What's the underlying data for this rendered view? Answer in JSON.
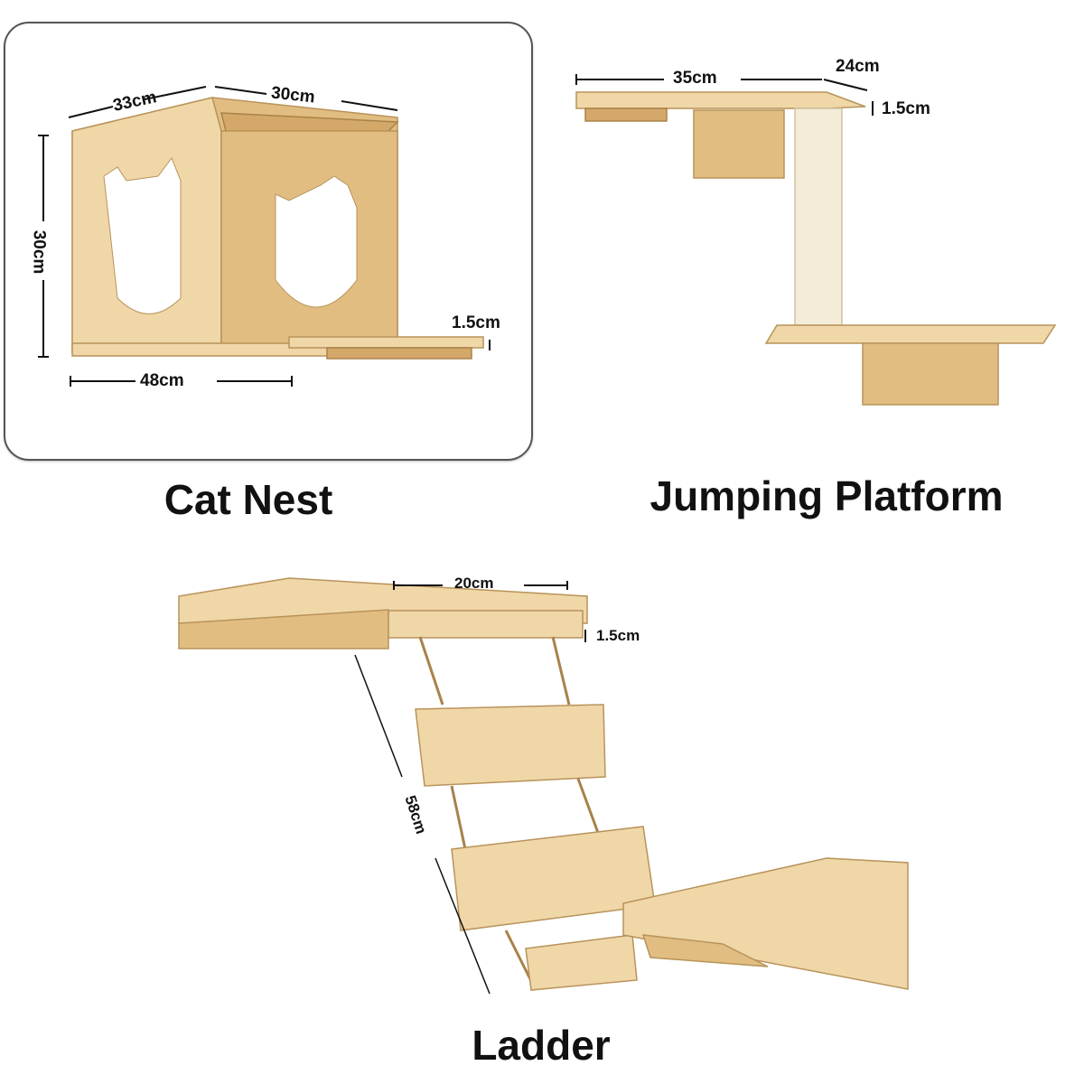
{
  "panels": [
    {
      "id": "cat-nest",
      "caption": "Cat Nest",
      "dimensions": {
        "depth": "33cm",
        "width": "30cm",
        "height": "30cm",
        "total_length": "48cm",
        "thickness": "1.5cm"
      }
    },
    {
      "id": "jumping-platform",
      "caption": "Jumping Platform",
      "dimensions": {
        "length": "35cm",
        "depth": "24cm",
        "thickness": "1.5cm"
      }
    },
    {
      "id": "ladder",
      "caption": "Ladder",
      "dimensions": {
        "width": "20cm",
        "thickness": "1.5cm",
        "length": "58cm"
      }
    }
  ],
  "colors": {
    "wood_light": "#f0d7a8",
    "wood_mid": "#e2bd82",
    "wood_dark": "#d4a868",
    "sisal": "#f4ecd8",
    "border": "#555555"
  }
}
